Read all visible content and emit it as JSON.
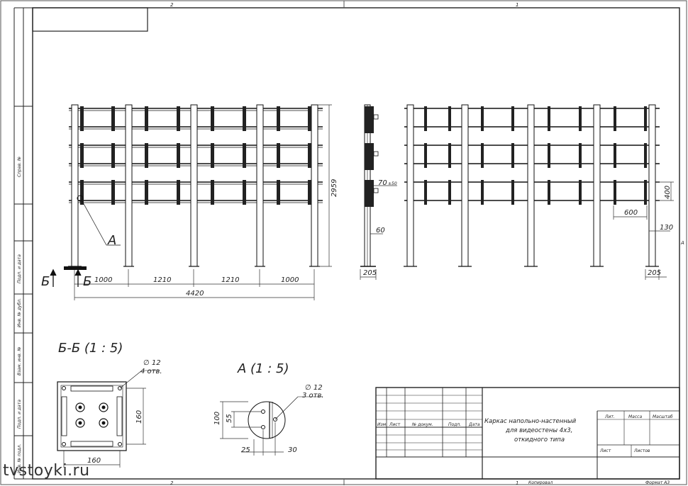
{
  "sheet": {
    "zone_top_left": "2",
    "zone_top_right": "1",
    "zone_bottom_left": "2",
    "zone_bottom_right": "1",
    "zone_side": "A"
  },
  "side_stamp": {
    "f1": "Справ. №",
    "f2": "Подп. и дата",
    "f3": "Инв. № дубл.",
    "f4": "Взам. инв. №",
    "f5": "Подп. и дата",
    "f6": "Инв. № подл."
  },
  "front_view": {
    "height_dim": "2959",
    "spans": [
      "1000",
      "1210",
      "1210",
      "1000"
    ],
    "total": "4420",
    "callout_a": "А",
    "section_left": "Б",
    "section_right": "Б"
  },
  "side_view": {
    "dim_top": "70",
    "dim_tol": "±50",
    "dim_mid": "60",
    "dim_base": "205"
  },
  "rear_view": {
    "dim_row": "400",
    "dim_span": "600",
    "dim_offset": "130",
    "dim_base": "205"
  },
  "section_bb": {
    "title": "Б-Б (1 : 5)",
    "hole_note_1": "∅ 12",
    "hole_note_2": "4 отв.",
    "dim_h": "160",
    "dim_w": "160"
  },
  "detail_a": {
    "title": "А (1 : 5)",
    "hole_note_1": "∅ 12",
    "hole_note_2": "3 отв.",
    "dim_100": "100",
    "dim_55": "55",
    "dim_25": "25",
    "dim_30": "30"
  },
  "title_block": {
    "col_izm": "Изм.",
    "col_list": "Лист",
    "col_doc": "№ докум.",
    "col_podp": "Подп.",
    "col_data": "Дата",
    "name_line1": "Каркас напольно-настенный",
    "name_line2": "для видеостены 4х3,",
    "name_line3": "откидного типа",
    "lit": "Лит.",
    "massa": "Масса",
    "masshtab": "Масштаб",
    "list": "Лист",
    "listov": "Листов",
    "kopiroval": "Копировал",
    "format": "Формат А3"
  },
  "watermark": "tvstoyki.ru"
}
